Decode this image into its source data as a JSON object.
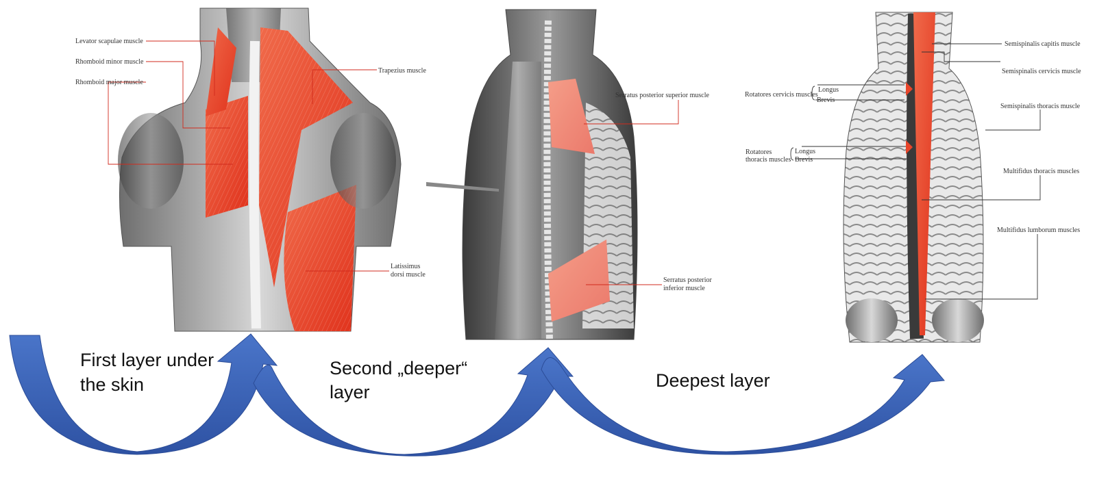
{
  "panels": {
    "first": {
      "labels": {
        "levator": "Levator scapulae muscle",
        "rhomboid_minor": "Rhomboid minor muscle",
        "rhomboid_major": "Rhomboid major muscle",
        "trapezius": "Trapezius muscle",
        "latissimus_1": "Latissimus",
        "latissimus_2": "dorsi muscle"
      }
    },
    "second": {
      "labels": {
        "serratus_sup": "Serratus posterior superior muscle",
        "serratus_inf_1": "Serratus posterior",
        "serratus_inf_2": "inferior muscle"
      }
    },
    "third": {
      "labels": {
        "semispinalis_capitis": "Semispinalis capitis muscle",
        "semispinalis_cervicis": "Semispinalis cervicis muscle",
        "semispinalis_thoracis": "Semispinalis thoracis muscle",
        "multifidus_thoracis": "Multifidus thoracis muscles",
        "multifidus_lumborum": "Multifidus lumborum muscles",
        "rot_cervicis": "Rotatores cervicis muscles",
        "rot_cervicis_longus": "Longus",
        "rot_cervicis_brevis": "Brevis",
        "rot_thoracis_1": "Rotatores",
        "rot_thoracis_2": "thoracis muscles",
        "rot_thoracis_longus": "Longus",
        "rot_thoracis_brevis": "Brevis"
      }
    }
  },
  "captions": {
    "first_1": "First layer under",
    "first_2": "the skin",
    "second_1": "Second „deeper“",
    "second_2": "layer",
    "third": "Deepest layer"
  },
  "colors": {
    "arrow": "#3b63b8",
    "arrow_dark": "#2c4d98",
    "muscle_red": "#e8452a",
    "leader_red": "#d12a1c"
  }
}
